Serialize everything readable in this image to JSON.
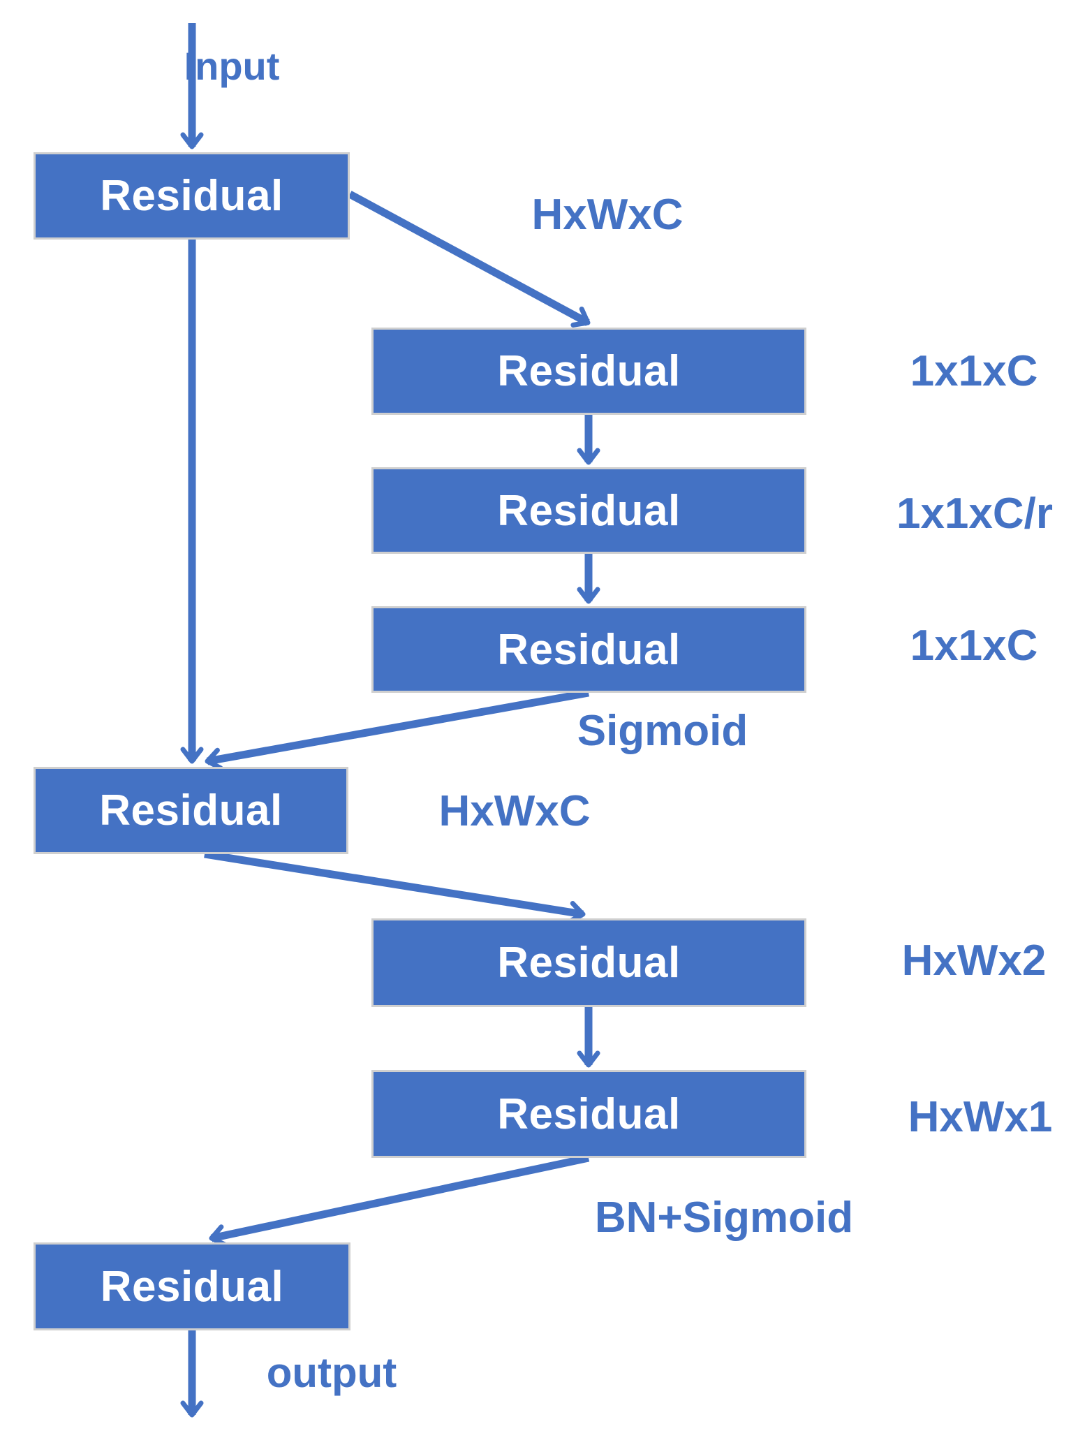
{
  "diagram": {
    "type": "neural-network-architecture-flowchart",
    "colors": {
      "accent": "#4472C4",
      "box_fill": "#4472C4",
      "box_border": "#cfcfcf",
      "box_text": "#ffffff",
      "background": "#ffffff"
    },
    "boxes": [
      {
        "label": "Residual"
      },
      {
        "label": "Residual"
      },
      {
        "label": "Residual"
      },
      {
        "label": "Residual"
      },
      {
        "label": "Residual"
      },
      {
        "label": "Residual"
      },
      {
        "label": "Residual"
      },
      {
        "label": "Residual"
      }
    ],
    "labels": {
      "input": "Input",
      "hxwxc_top": "HxWxC",
      "se_1": "1x1xC",
      "se_2": "1x1xC/r",
      "se_3": "1x1xC",
      "sigmoid": "Sigmoid",
      "hxwxc_mid": "HxWxC",
      "hxwx2": "HxWx2",
      "hxwx1": "HxWx1",
      "bn_sigmoid": "BN+Sigmoid",
      "output": "output"
    }
  }
}
